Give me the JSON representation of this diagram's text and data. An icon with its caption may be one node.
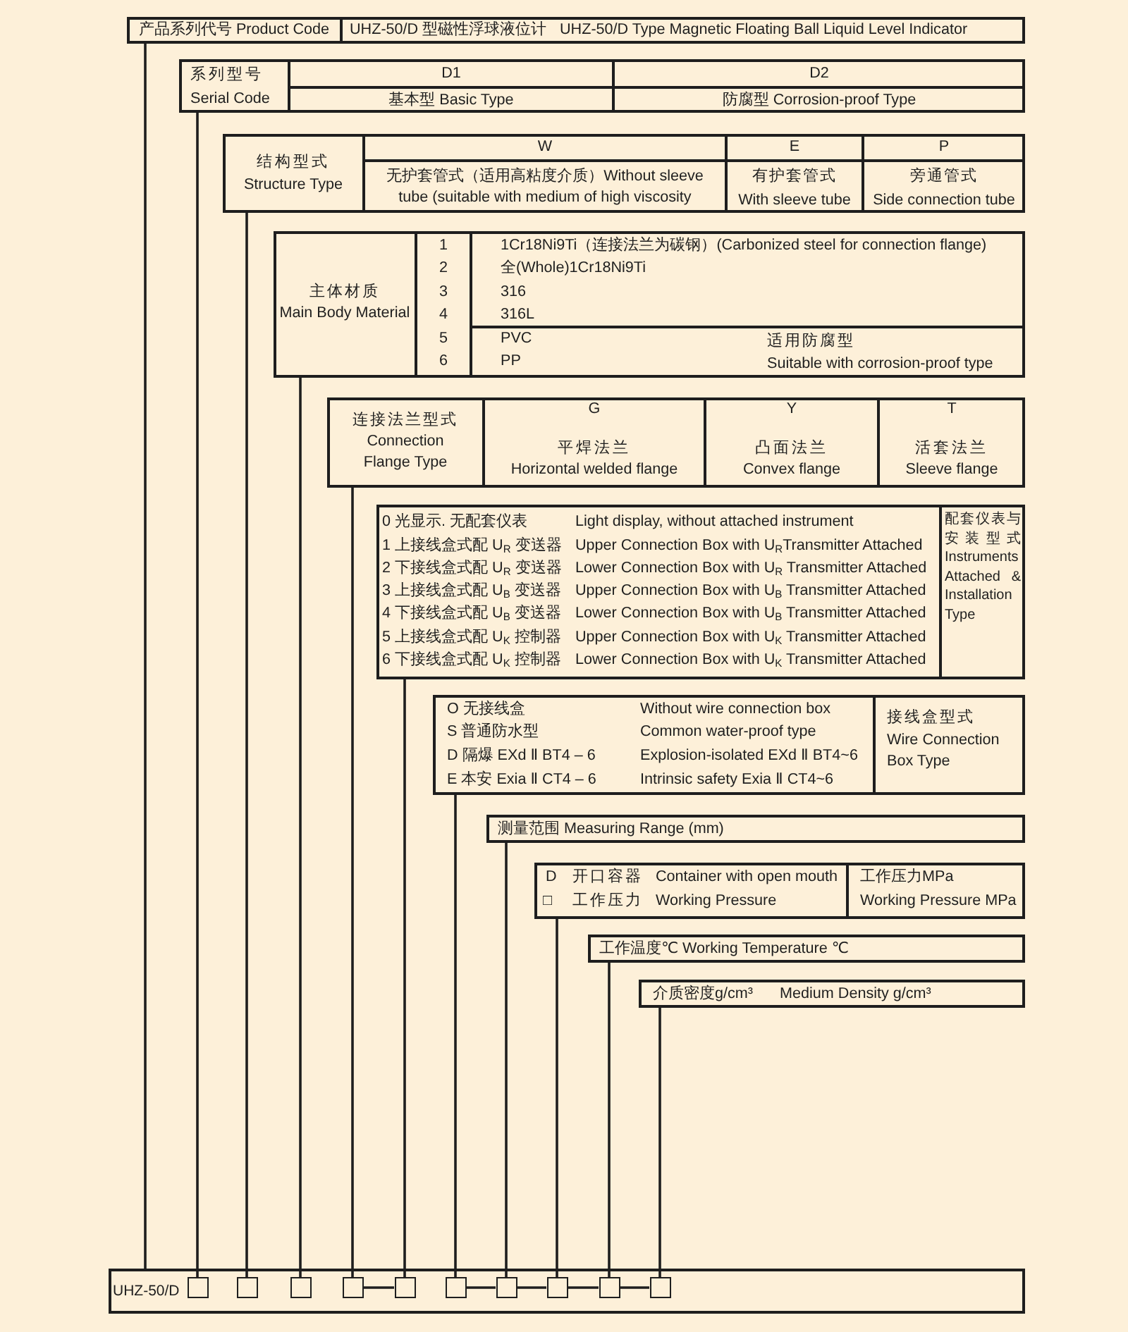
{
  "diagram": {
    "nodes": [
      {
        "text": [
          "产品系列代号 Product Code",
          "UHZ-50/D 型磁性浮球液位计",
          "UHZ-50/D Type Magnetic Floating Ball Liquid Level Indicator"
        ]
      },
      {
        "text": [
          "系列型号",
          "Serial Code",
          "D1",
          "D2",
          "基本型 Basic Type",
          "防腐型 Corrosion-proof Type"
        ]
      },
      {
        "text": [
          "结构型式",
          "Structure Type",
          "W",
          "E",
          "P",
          "无护套管式（适用高粘度介质）Without sleeve tube (suitable with medium of high viscosity",
          "有护套管式",
          "With sleeve tube",
          "旁通管式",
          "Side connection tube"
        ]
      },
      {
        "text": [
          "主体材质",
          "Main Body Material",
          "1",
          "1Cr18Ni9Ti（连接法兰为碳钢）(Carbonized steel for connection flange)",
          "2",
          "全(Whole)1Cr18Ni9Ti",
          "3",
          "316",
          "4",
          "316L",
          "5",
          "PVC",
          "适用防腐型",
          "6",
          "PP",
          "Suitable with corrosion-proof type"
        ]
      },
      {
        "text": [
          "连接法兰型式",
          "Connection Flange Type",
          "G",
          "Y",
          "T",
          "平焊法兰",
          "Horizontal welded flange",
          "凸面法兰",
          "Convex flange",
          "活套法兰",
          "Sleeve flange"
        ]
      },
      {
        "text": [
          "0 光显示. 无配套仪表",
          "Light display, without attached instrument",
          "1 上接线盒式配 U$_{R}$ 变送器",
          "Upper Connection Box with U$_{R}$Transmitter Attached",
          "2 下接线盒式配 U$_{R}$ 变送器",
          "Lower Connection Box with U$_{R}$ Transmitter Attached",
          "3 上接线盒式配 U$_{B}$ 变送器",
          "Upper Connection Box with U$_{B}$ Transmitter Attached",
          "4 下接线盒式配 U$_{B}$ 变送器",
          "Lower Connection Box with U$_{B}$ Transmitter Attached",
          "5 上接线盒式配 U$_{K}$ 控制器",
          "Upper Connection Box with U$_{K}$ Transmitter Attached",
          "6 下接线盒式配 U$_{K}$ 控制器",
          "Lower Connection Box with U$_{K}$ Transmitter Attached",
          "配套仪表与安装型式 Instruments Attached & Installation Type"
        ]
      },
      {
        "text": [
          "O 无接线盒",
          "Without wire connection box",
          "S 普通防水型",
          "Common water-proof type",
          "D 隔爆 EXd Ⅱ BT4 – 6",
          "Explosion-isolated EXd Ⅱ BT4~6",
          "E 本安 Exia Ⅱ CT4 – 6",
          "Intrinsic safety Exia Ⅱ CT4~6",
          "接线盒型式",
          "Wire Connection Box Type"
        ]
      },
      {
        "text": [
          "测量范围 Measuring Range (mm)"
        ]
      },
      {
        "text": [
          "D",
          "开口容器",
          "Container with open mouth",
          "□",
          "工作压力",
          "Working Pressure",
          "工作压力MPa",
          "Working Pressure MPa"
        ]
      },
      {
        "text": [
          "工作温度℃",
          "Working Temperature ℃"
        ]
      },
      {
        "text": [
          "介质密度g/cm³",
          "Medium Density g/cm³"
        ]
      },
      {
        "text": [
          "UHZ-50/D"
        ]
      },
      {
        "text": [],
        "shape": "box",
        "in": 11
      },
      {
        "text": [],
        "shape": "box",
        "in": 11
      },
      {
        "text": [],
        "shape": "box",
        "in": 11
      },
      {
        "text": [],
        "shape": "box",
        "in": 11
      },
      {
        "text": [],
        "shape": "box",
        "in": 11
      },
      {
        "text": [],
        "shape": "box",
        "in": 11
      },
      {
        "text": [],
        "shape": "box",
        "in": 11
      },
      {
        "text": [],
        "shape": "box",
        "in": 11
      },
      {
        "text": [],
        "shape": "box",
        "in": 11
      },
      {
        "text": [],
        "shape": "box",
        "in": 11
      }
    ],
    "edges": [
      {
        "from": 0,
        "to": 11,
        "arrow": "none"
      },
      {
        "from": 1,
        "to": 12,
        "arrow": "none"
      },
      {
        "from": 2,
        "to": 13,
        "arrow": "none"
      },
      {
        "from": 3,
        "to": 14,
        "arrow": "none"
      },
      {
        "from": 4,
        "to": 15,
        "arrow": "none"
      },
      {
        "from": 5,
        "to": 16,
        "arrow": "none"
      },
      {
        "from": 6,
        "to": 17,
        "arrow": "none"
      },
      {
        "from": 7,
        "to": 18,
        "arrow": "none"
      },
      {
        "from": 8,
        "to": 19,
        "arrow": "none"
      },
      {
        "from": 9,
        "to": 20,
        "arrow": "none"
      },
      {
        "from": 10,
        "to": 21,
        "arrow": "none"
      },
      {
        "from": 15,
        "to": 16,
        "arrow": "none"
      },
      {
        "from": 17,
        "to": 18,
        "arrow": "none"
      },
      {
        "from": 18,
        "to": 19,
        "arrow": "none"
      },
      {
        "from": 19,
        "to": 20,
        "arrow": "none"
      },
      {
        "from": 20,
        "to": 21,
        "arrow": "none"
      }
    ]
  }
}
